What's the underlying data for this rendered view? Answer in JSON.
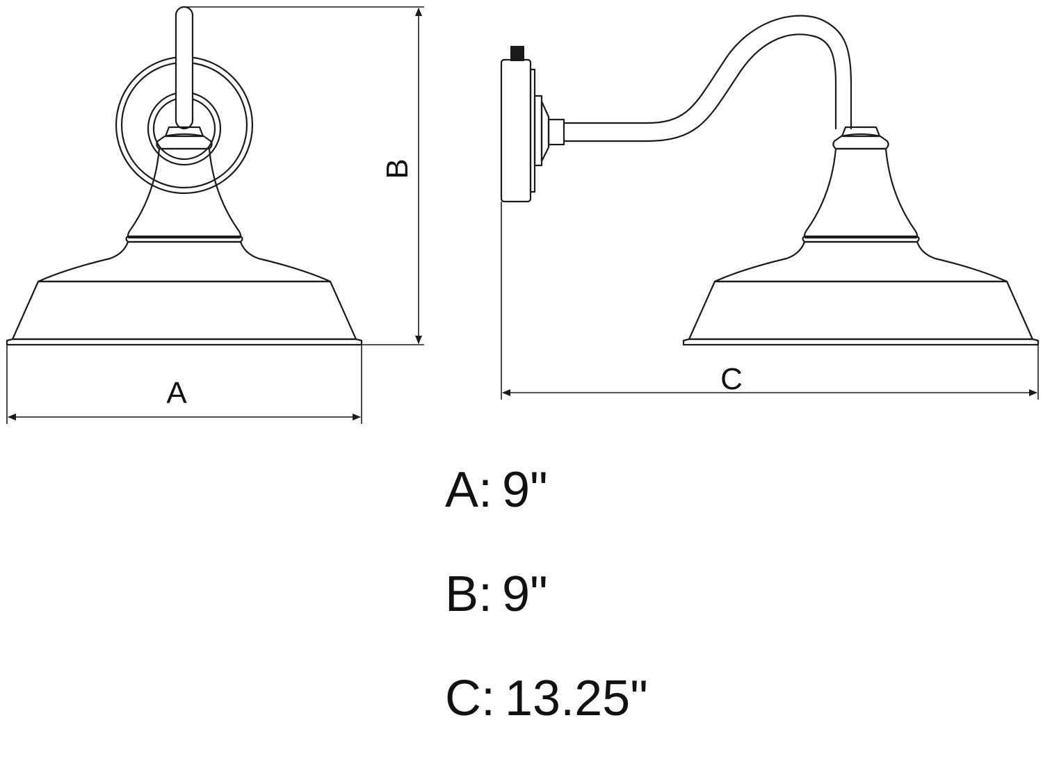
{
  "diagram": {
    "labels": {
      "a": "A",
      "b": "B",
      "c": "C"
    }
  },
  "dimensions": [
    {
      "letter": "A",
      "value": "9\""
    },
    {
      "letter": "B",
      "value": "9\""
    },
    {
      "letter": "C",
      "value": "13.25\""
    }
  ]
}
